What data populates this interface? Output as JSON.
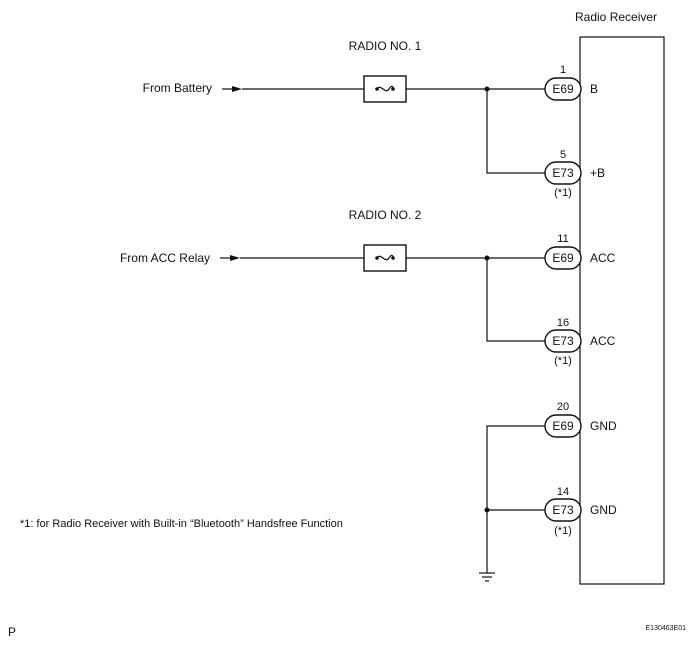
{
  "receiver": {
    "title": "Radio Receiver"
  },
  "sources": {
    "battery": "From Battery",
    "acc_relay": "From ACC Relay"
  },
  "fuses": {
    "radio1": "RADIO NO. 1",
    "radio2": "RADIO NO. 2"
  },
  "terminals": [
    {
      "pin": "1",
      "connector": "E69",
      "signal": "B",
      "note": ""
    },
    {
      "pin": "5",
      "connector": "E73",
      "signal": "+B",
      "note": "(*1)"
    },
    {
      "pin": "11",
      "connector": "E69",
      "signal": "ACC",
      "note": ""
    },
    {
      "pin": "16",
      "connector": "E73",
      "signal": "ACC",
      "note": "(*1)"
    },
    {
      "pin": "20",
      "connector": "E69",
      "signal": "GND",
      "note": ""
    },
    {
      "pin": "14",
      "connector": "E73",
      "signal": "GND",
      "note": "(*1)"
    }
  ],
  "footnote": "*1: for Radio Receiver with Built-in “Bluetooth” Handsfree Function",
  "corner": {
    "left": "P",
    "code": "E130463E01"
  }
}
